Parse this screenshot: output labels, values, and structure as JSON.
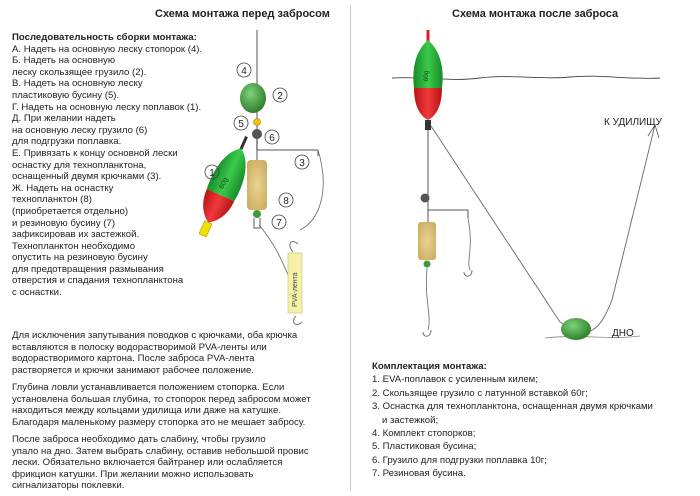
{
  "left": {
    "title": "Схема монтажа перед забросом",
    "steps_heading": "Последовательность сборки монтажа:",
    "steps": [
      "А. Надеть на основную леску стопорок (4).",
      "Б. Надеть на основную",
      "леску скользящее грузило (2).",
      "В. Надеть на основную леску",
      "пластиковую бусину (5).",
      "Г. Надеть на основную леску поплавок (1).",
      "Д. При желании надеть",
      "на основную леску грузило (6)",
      "для подгрузки поплавка.",
      "Е. Привязать к концу основной лески",
      "оснастку для технопланктона,",
      "оснащенный двумя крючками (3).",
      "Ж. Надеть на оснастку",
      "технопланктон (8)",
      "(приобретается отдельно)",
      "и резиновую бусину (7)",
      "зафиксировав их застежкой.",
      "Технопланктон необходимо",
      "опустить на резиновую бусину",
      "для предотвращения размывания",
      "отверстия и спадания технопланктона",
      "с оснастки."
    ],
    "para1": [
      "Для исключения запутывания поводков с крючками, оба крючка",
      "вставляются в полоску водорастворимой PVA-ленты или",
      "водорастворимого картона. После заброса PVA-лента",
      "растворяется и крючки занимают рабочее положение."
    ],
    "para2": [
      "Глубина ловли устанавливается положением стопорка. Если",
      "установлена большая глубина, то стопорок перед забросом может",
      "находиться между кольцами удилища или даже на катушке.",
      "Благодаря маленькому размеру стопорка это не мешает забросу."
    ],
    "para3": [
      "После заброса необходимо дать слабину, чтобы грузило",
      "упало на дно. Затем выбрать слабину, оставив небольшой провис",
      "лески. Обязательно включается байтранер или ослабляется",
      "фрикцион катушки. При желании можно использовать",
      "сигнализаторы поклевки."
    ],
    "numbers": [
      "1",
      "2",
      "3",
      "4",
      "5",
      "6",
      "7",
      "8"
    ],
    "pva_label": "PVA-лента",
    "float_text": "60g"
  },
  "right": {
    "title": "Схема монтажа после заброса",
    "rod_label": "К УДИЛИЩУ",
    "bottom_label": "ДНО",
    "float_text": "60g",
    "kit_heading": "Комплектация монтажа:",
    "kit": [
      "1. EVA-поплавок с усиленным килем;",
      "2. Скользящее грузило с латунной вставкой 60г;",
      "3. Оснастка для технопланктона, оснащенная двумя крючками",
      "    и застежкой;",
      "4. Комплект стопорков;",
      "5. Пластиковая бусина;",
      "6. Грузило для подгрузки поплавка 10г;",
      "7. Резиновая бусина."
    ]
  },
  "colors": {
    "float_green": "#27b33c",
    "float_red": "#e8282a",
    "weight_green": "#3f9b3a",
    "cork": "#d9c07a",
    "line": "#555555"
  }
}
